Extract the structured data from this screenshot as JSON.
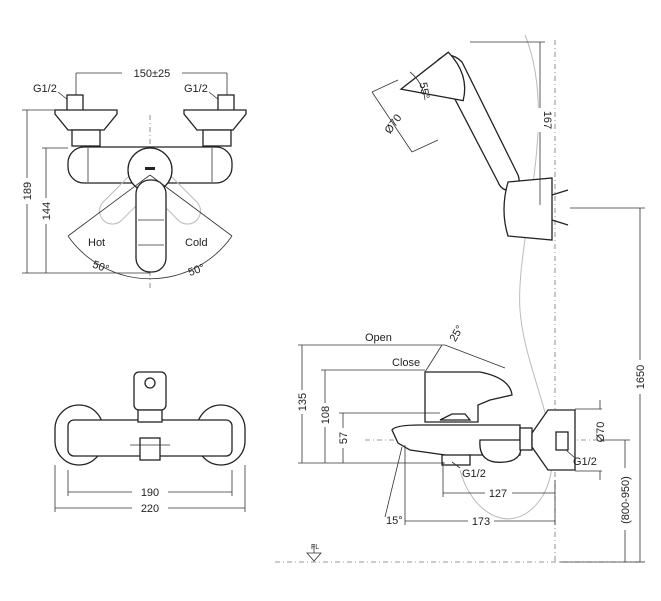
{
  "front_view": {
    "inlet_spacing": "150±25",
    "inlet_left": "G1/2",
    "inlet_right": "G1/2",
    "height_total": "189",
    "height_lever": "144",
    "hot": "Hot",
    "cold": "Cold",
    "angle_hot": "50°",
    "angle_cold": "50°"
  },
  "top_view": {
    "width_inner": "190",
    "width_outer": "220"
  },
  "side_view": {
    "open": "Open",
    "close": "Close",
    "open_angle": "25°",
    "height_open": "135",
    "height_close": "108",
    "height_spout": "57",
    "flange_diameter": "Ø70",
    "inlet": "G1/2",
    "outlet": "G1/2",
    "depth_outlet": "127",
    "depth_spout": "173",
    "spout_angle": "15°",
    "install_height": "(800-950)",
    "floor": "FL"
  },
  "shower": {
    "head_angle": "55°",
    "head_diameter": "Ø70",
    "length": "167",
    "holder_height": "1650"
  }
}
